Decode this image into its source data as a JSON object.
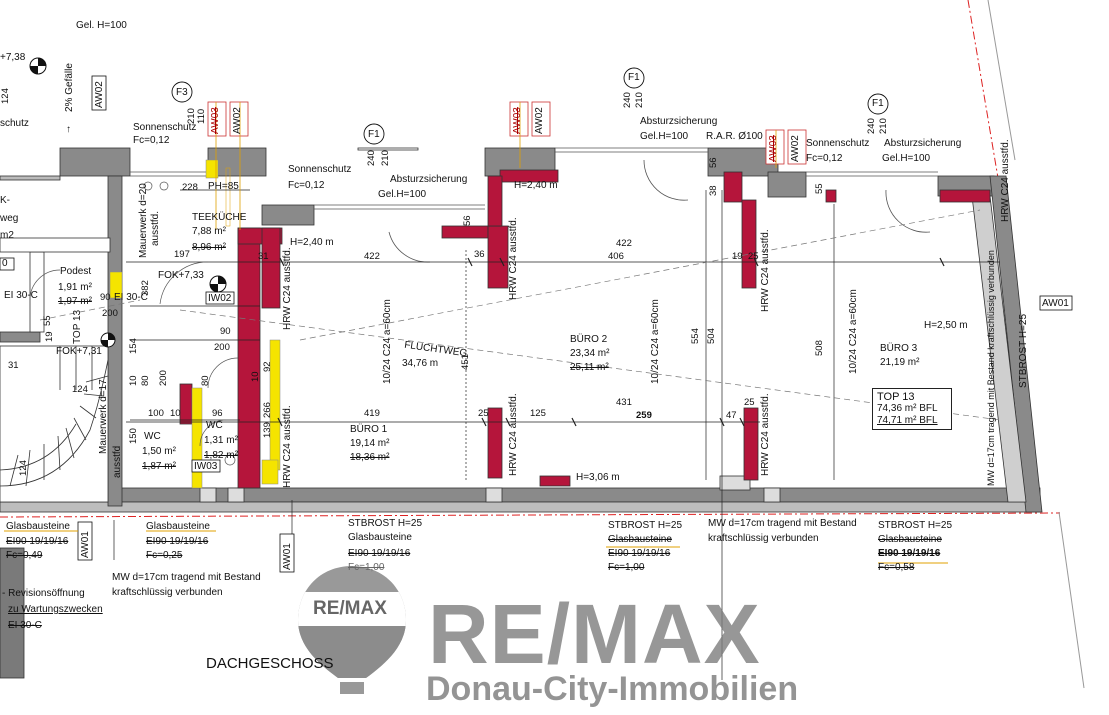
{
  "plan_title": "DACHGESCHOSS",
  "brand": {
    "logo_word": "RE/MAX",
    "balloon_word": "RE/MAX",
    "agency": "Donau-City-Immobilien"
  },
  "unit": {
    "name": "TOP 13",
    "area_bfl_1": "74,36 m² BFL",
    "area_bfl_2": "74,71 m² BFL"
  },
  "rooms": {
    "teekueche": {
      "name": "TEEKÜCHE",
      "area": "7,88 m²",
      "area_old": "8,96 m²"
    },
    "podest": {
      "name": "Podest",
      "area": "1,91 m²",
      "area_old": "1,97 m²"
    },
    "buero1": {
      "name": "BÜRO 1",
      "area": "19,14 m²",
      "area_old": "18,36 m²"
    },
    "buero2": {
      "name": "BÜRO 2",
      "area": "23,34 m²",
      "area_old": "25,11 m²"
    },
    "buero3": {
      "name": "BÜRO 3",
      "area": "21,19 m²"
    },
    "fluchtweg": {
      "name": "FLUCHTWEG",
      "area": "34,76 m"
    },
    "wc1": {
      "name": "WC",
      "area": "1,50 m²",
      "area_old": "1,87 m²"
    },
    "wc2": {
      "name": "WC",
      "area": "1,31 m²",
      "area_old": "1,82 m²"
    }
  },
  "labels": {
    "gel_h100": "Gel. H=100",
    "fok738": "+7,38",
    "gefaelle": "2% Gefälle",
    "schutz": "schutz",
    "aw02": "AW02",
    "aw03": "AW03",
    "aw01": "AW01",
    "iw02": "IW02",
    "iw03": "IW03",
    "f1": "F1",
    "f3": "F3",
    "sonnenschutz": "Sonnenschutz",
    "fc012": "Fc=0,12",
    "absturz": "Absturzsicherung",
    "gel100": "Gel.H=100",
    "rar": "R.A.R. Ø100",
    "ph85": "PH=85",
    "h240": "H=2,40 m",
    "h250": "H=2,50 m",
    "h306": "H=3,06 m",
    "fok733": "FOK+7,33",
    "fok731": "FOK+7,31",
    "ei30c": "EI 30-C",
    "ei30c2": "EI 30-C",
    "mauerwerk": "Mauerwerk d=20",
    "mauerwerk17": "Mauerwerk d=17",
    "ausstfd": "ausstfd.",
    "ausstfd2": "ausstfd",
    "ausstfd3": "ausstfd.",
    "hrw": "HRW C24 ausstfd.",
    "rafter": "10/24 C24 a=60cm",
    "stbrost": "STBROST H=25",
    "glasbausteine": "Glasbausteine",
    "ei90": "EI90 19/19/16",
    "fc049": "Fc=0,49",
    "fc025": "Fc=0,25",
    "fc100": "Fc=1,00",
    "fc058": "Fc=0,58",
    "mw_note_line1": "MW d=17cm tragend mit Bestand",
    "mw_note_line2": "kraftschlüssig verbunden",
    "revision_line1": "- Revisionsöffnung",
    "revision_line2": "zu Wartungszwecken",
    "ei30": "EI 30-C",
    "mw_vert": "MW d=17cm tragend mit Bestand kraftschlüssig verbunden",
    "stbrost_vert": "STBROST H=25",
    "k_frag": "K-",
    "weg_frag": "weg",
    "m2_frag": "m2",
    "n0_frag": "0",
    "wc_vert": "Bestand",
    "b_vert": "Bestand"
  },
  "dims": [
    "228",
    "197",
    "31",
    "422",
    "36",
    "406",
    "422",
    "19",
    "25",
    "382",
    "90",
    "200",
    "90",
    "200",
    "154",
    "10",
    "80",
    "200",
    "80",
    "10",
    "92",
    "100",
    "10",
    "96",
    "150",
    "139",
    "266",
    "419",
    "25",
    "125",
    "431",
    "259",
    "47",
    "25",
    "451",
    "554",
    "504",
    "508",
    "38",
    "56",
    "55",
    "56",
    "240",
    "210",
    "240",
    "210",
    "240",
    "210",
    "110",
    "210",
    "100",
    "124",
    "31",
    "55",
    "19",
    "10",
    "10"
  ]
}
